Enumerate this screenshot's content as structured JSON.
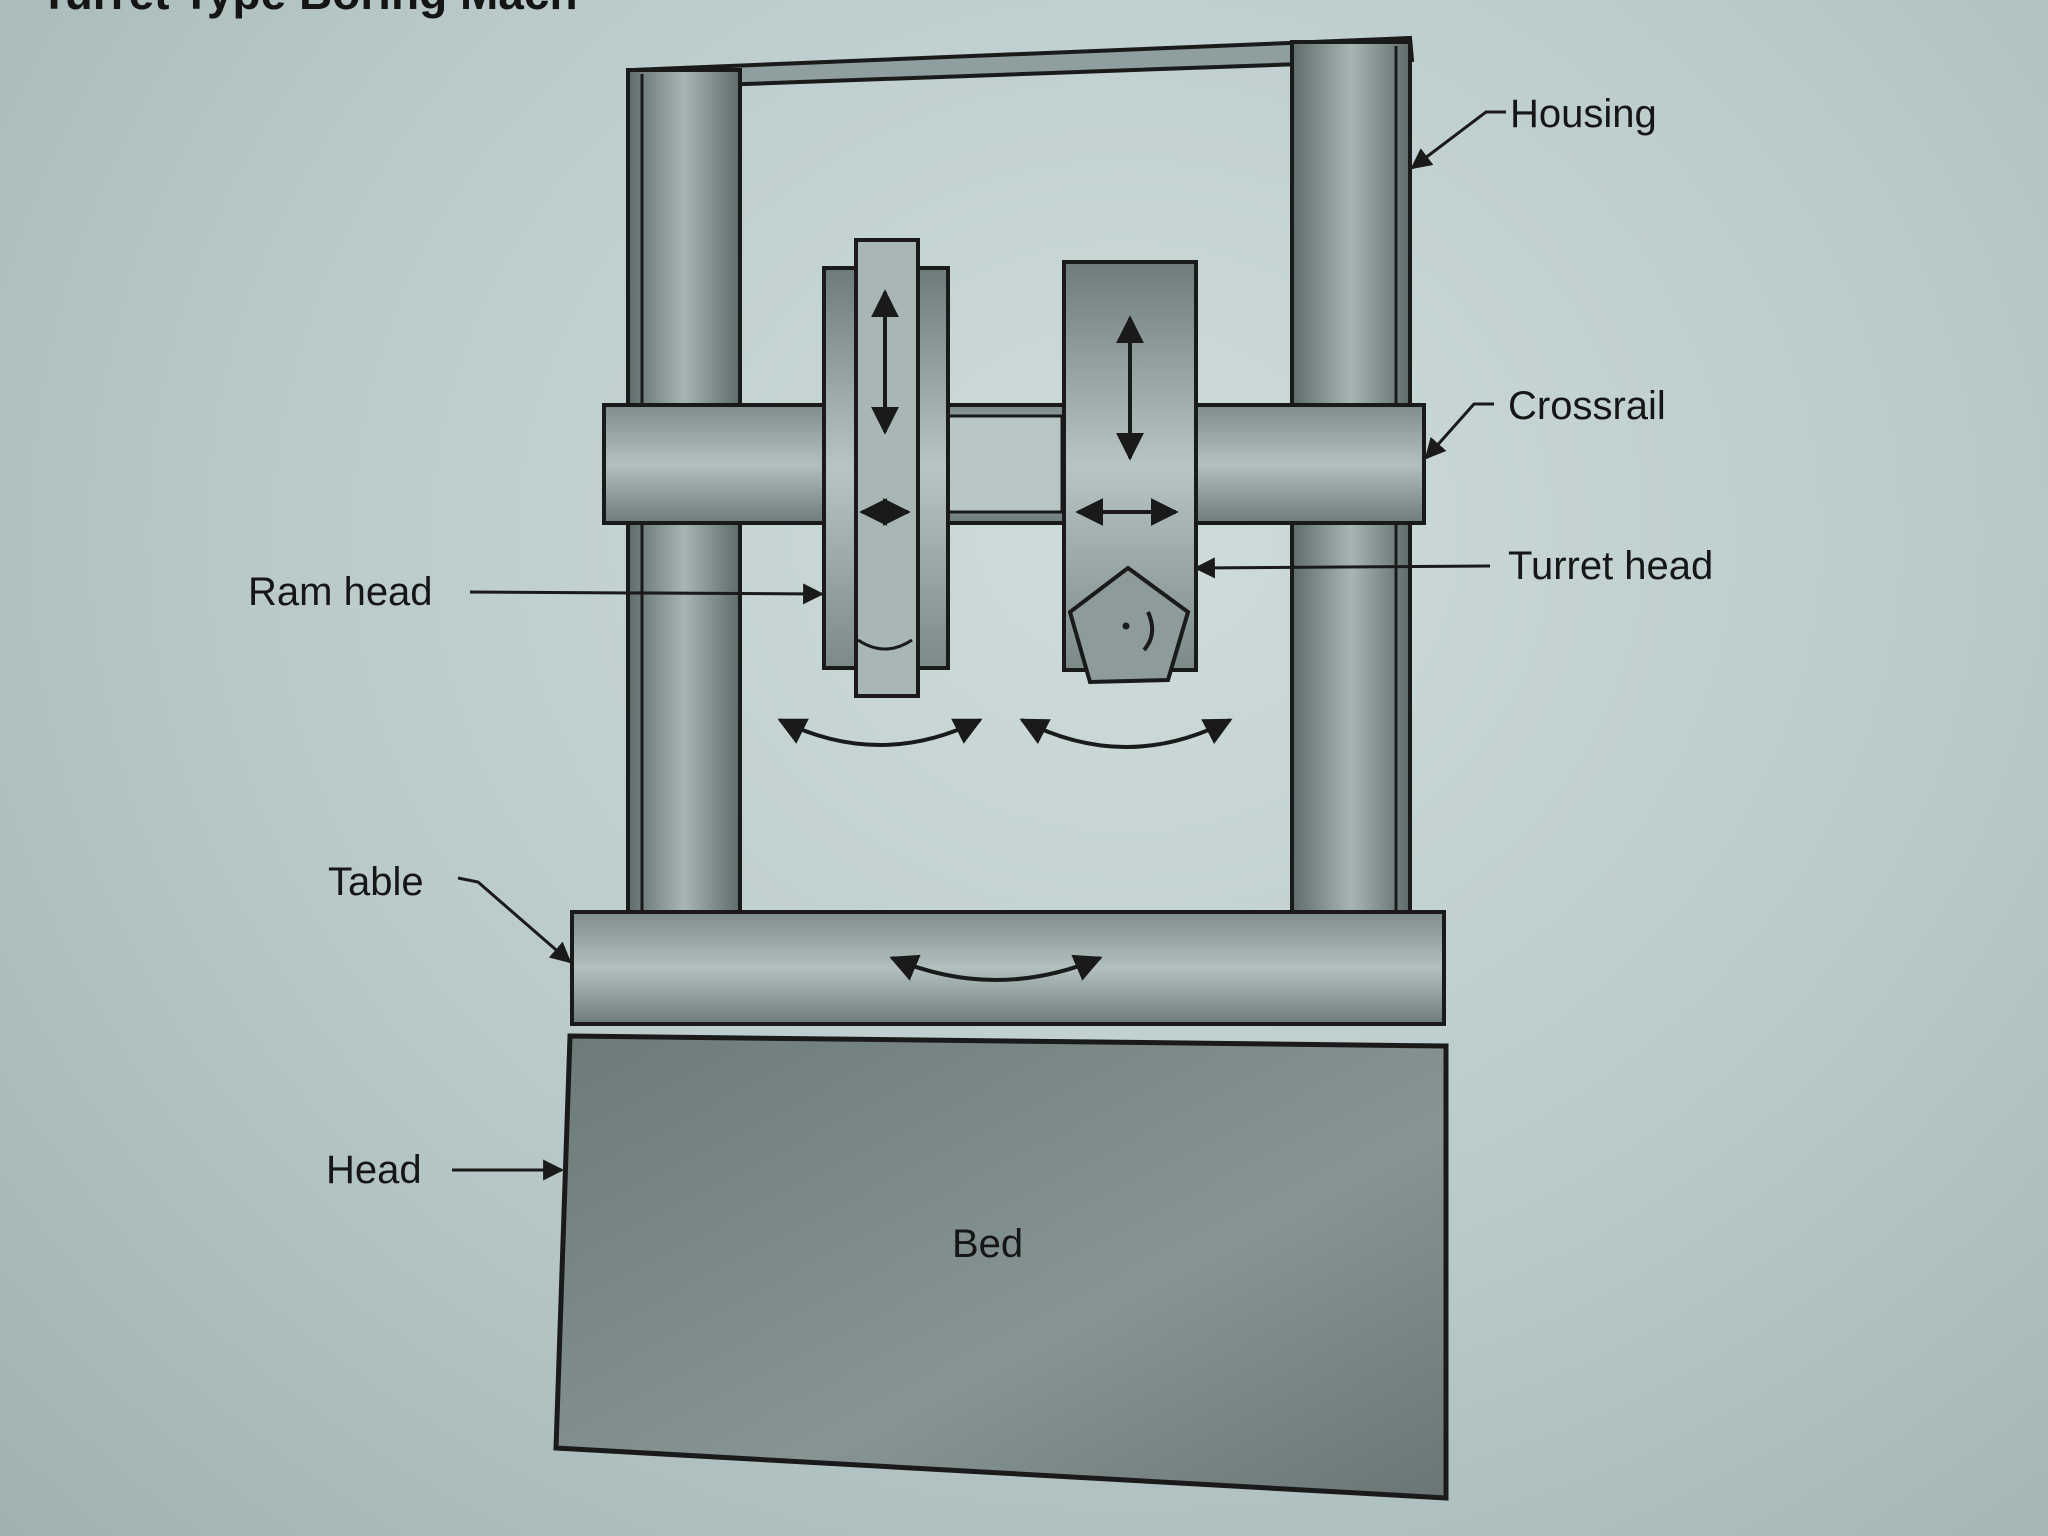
{
  "heading": "Turret Type Boring Mach",
  "labels": {
    "housing": "Housing",
    "crossrail": "Crossrail",
    "turret_head": "Turret head",
    "ram_head": "Ram head",
    "table": "Table",
    "head": "Head",
    "bed": "Bed"
  },
  "colors": {
    "background": "#b9c9c9",
    "frame_fill": "#8f9e9e",
    "column_shade": "#6f7c7c",
    "bed_fill": "#727f7f",
    "stroke": "#1a1a1a"
  }
}
